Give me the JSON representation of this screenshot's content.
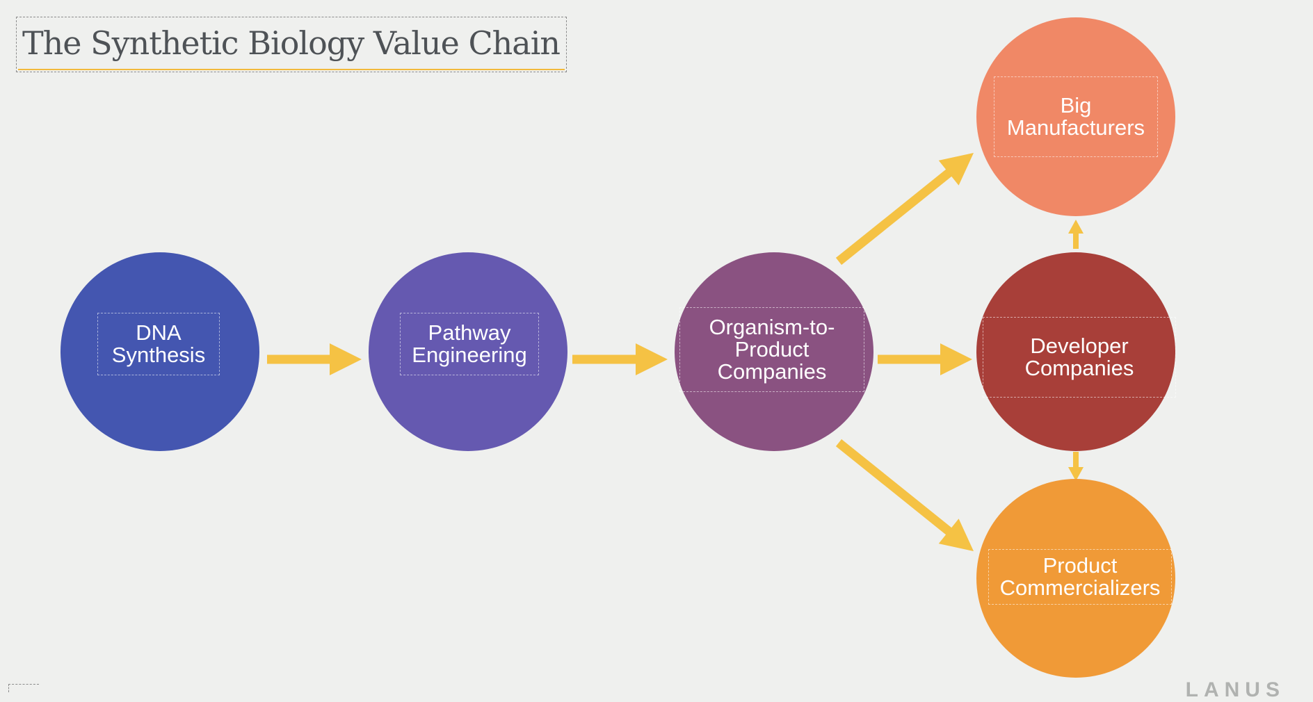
{
  "title": "The Synthetic Biology Value Chain",
  "colors": {
    "background": "#eff0ee",
    "arrow": "#f5c244",
    "title_text": "#4e5256",
    "title_underline": "#f2b93b"
  },
  "nodes": [
    {
      "id": "dna-synthesis",
      "label": "DNA\nSynthesis",
      "color": "#4456b0"
    },
    {
      "id": "pathway-engineering",
      "label": "Pathway\nEngineering",
      "color": "#6559b0"
    },
    {
      "id": "organism-to-product-companies",
      "label": "Organism-to-\nProduct\nCompanies",
      "color": "#8a5281"
    },
    {
      "id": "developer-companies",
      "label": "Developer\nCompanies",
      "color": "#a83f39"
    },
    {
      "id": "big-manufacturers",
      "label": "Big\nManufacturers",
      "color": "#f08866"
    },
    {
      "id": "product-commercializers",
      "label": "Product\nCommercializers",
      "color": "#f09a37"
    }
  ],
  "edges": [
    {
      "from": "dna-synthesis",
      "to": "pathway-engineering"
    },
    {
      "from": "pathway-engineering",
      "to": "organism-to-product-companies"
    },
    {
      "from": "organism-to-product-companies",
      "to": "developer-companies"
    },
    {
      "from": "organism-to-product-companies",
      "to": "big-manufacturers"
    },
    {
      "from": "organism-to-product-companies",
      "to": "product-commercializers"
    },
    {
      "from": "developer-companies",
      "to": "big-manufacturers"
    },
    {
      "from": "developer-companies",
      "to": "product-commercializers"
    }
  ],
  "footer_fragment": "LANUS"
}
